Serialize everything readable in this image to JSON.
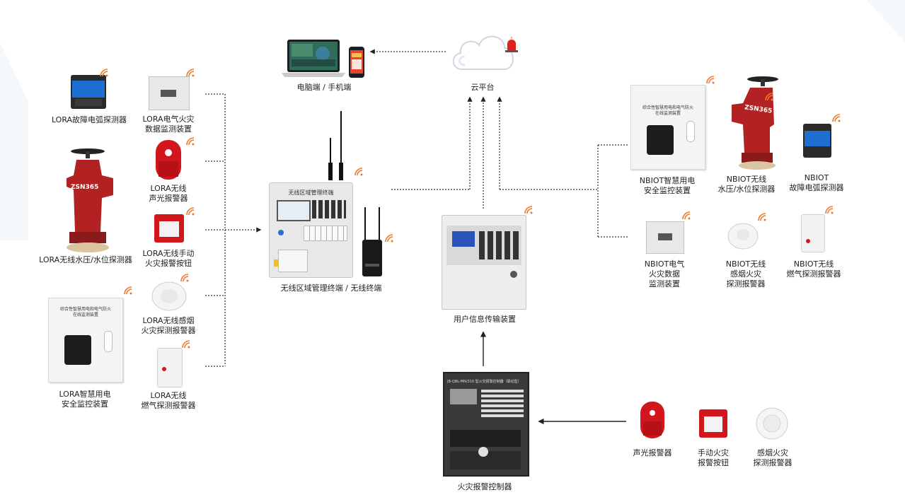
{
  "colors": {
    "red": "#c8102e",
    "frame": "#f1f1f1",
    "dark": "#222",
    "wifi": "#f07a2a",
    "bg": "#ffffff"
  },
  "top": {
    "pc_label": "电脑端 / 手机端",
    "cloud_label": "云平台"
  },
  "center": {
    "terminal_screen_title": "无线区域管理终端",
    "terminal_label": "无线区域管理终端 / 无线终端",
    "uit_label": "用户信息传输装置",
    "fire_ctrl_label": "火灾报警控制器",
    "fire_ctrl_panel_text": "JB-QBL-MN/310 型火灾报警控制器（联动型）"
  },
  "left": {
    "arc": "LORA故障电弧探测器",
    "elec_fire": [
      "LORA电气火灾",
      "数据监测装置"
    ],
    "hydrant": "LORA无线水压/水位探测器",
    "hydrant_text": "ZSN365",
    "sound_light": [
      "LORA无线",
      "声光报警器"
    ],
    "manual": [
      "LORA无线手动",
      "火灾报警按钮"
    ],
    "smoke": [
      "LORA无线感烟",
      "火灾探测报警器"
    ],
    "safety": [
      "LORA智慧用电",
      "安全监控装置"
    ],
    "safety_box_text": [
      "综合性智慧用电和电气防火",
      "在线监测装置"
    ],
    "gas": [
      "LORA无线",
      "燃气探测报警器"
    ]
  },
  "right": {
    "safety": [
      "NBIOT智慧用电",
      "安全监控装置"
    ],
    "safety_box_text": [
      "综合性智慧用电和电气防火",
      "在线监测装置"
    ],
    "hydrant": [
      "NBIOT无线",
      "水压/水位探测器"
    ],
    "hydrant_text": "ZSN365",
    "arc": [
      "NBIOT",
      "故障电弧探测器"
    ],
    "elec_fire": [
      "NBIOT电气",
      "火灾数据",
      "监测装置"
    ],
    "smoke": [
      "NBIOT无线",
      "感烟火灾",
      "探测报警器"
    ],
    "gas": [
      "NBIOT无线",
      "燃气探测报警器"
    ]
  },
  "bottom": {
    "sound_light": "声光报警器",
    "manual": [
      "手动火灾",
      "报警按钮"
    ],
    "smoke": [
      "感烟火灾",
      "探测报警器"
    ]
  },
  "icons": [
    "wifi-icon",
    "cloud-icon",
    "alarm-lamp-icon",
    "laptop-icon",
    "phone-icon",
    "arrow-icon"
  ]
}
